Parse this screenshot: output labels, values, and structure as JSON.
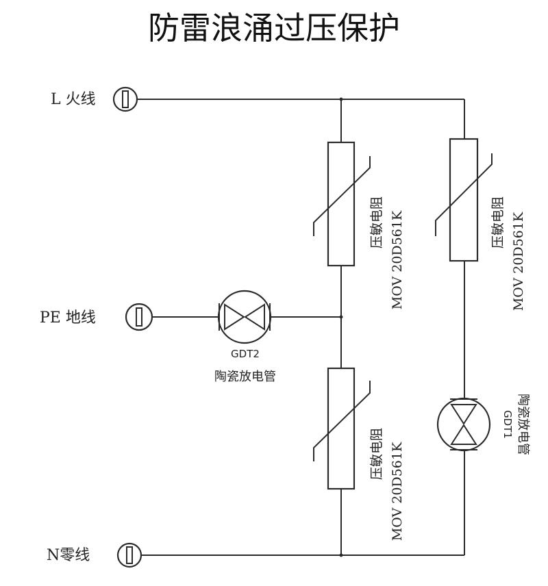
{
  "title": "防雷浪涌过压保护",
  "terminals": {
    "live": "L 火线",
    "earth": "PE 地线",
    "neutral": "N零线"
  },
  "components": {
    "mov_upper_left": {
      "name": "压敏电阻",
      "model": "MOV 20D561K"
    },
    "mov_upper_right": {
      "name": "压敏电阻",
      "model": "MOV 20D561K"
    },
    "mov_lower": {
      "name": "压敏电阻",
      "model": "MOV 20D561K"
    },
    "gdt2": {
      "id": "GDT2",
      "name": "陶瓷放电管"
    },
    "gdt1": {
      "id": "GDT1",
      "name": "陶瓷放电管"
    }
  },
  "colors": {
    "line": "#2a2a2a",
    "background": "#ffffff",
    "text": "#222222"
  }
}
